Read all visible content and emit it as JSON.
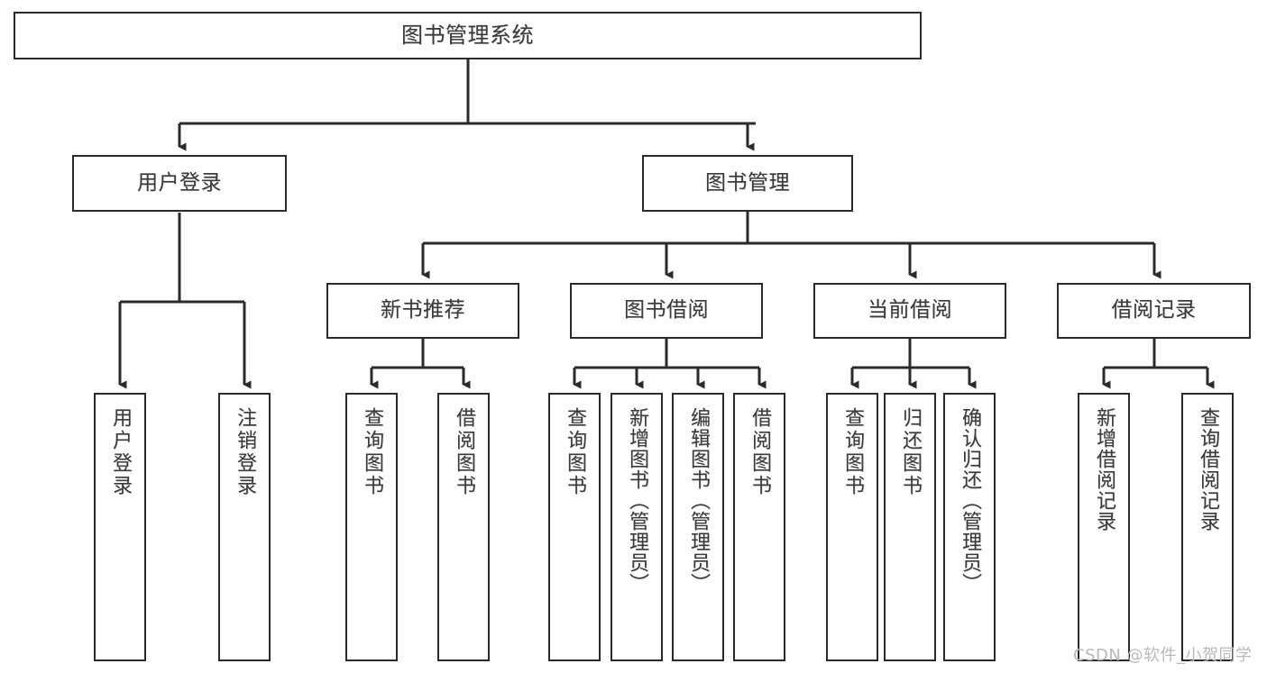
{
  "diagram": {
    "type": "tree-hierarchy",
    "title": "图书管理系统",
    "root": {
      "label": "图书管理系统"
    },
    "level1": [
      {
        "label": "用户登录"
      },
      {
        "label": "图书管理"
      }
    ],
    "level2": [
      {
        "label": "新书推荐"
      },
      {
        "label": "图书借阅"
      },
      {
        "label": "当前借阅"
      },
      {
        "label": "借阅记录"
      }
    ],
    "leaves": {
      "user_login": [
        {
          "label": "用户登录"
        },
        {
          "label": "注销登录"
        }
      ],
      "new_book_recommend": [
        {
          "label": "查询图书"
        },
        {
          "label": "借阅图书"
        }
      ],
      "book_borrow": [
        {
          "label": "查询图书"
        },
        {
          "label": "新增图书（管理员）"
        },
        {
          "label": "编辑图书（管理员）"
        },
        {
          "label": "借阅图书"
        }
      ],
      "current_borrow": [
        {
          "label": "查询图书"
        },
        {
          "label": "归还图书"
        },
        {
          "label": "确认归还（管理员）"
        }
      ],
      "borrow_record": [
        {
          "label": "新增借阅记录"
        },
        {
          "label": "查询借阅记录"
        }
      ]
    }
  },
  "watermark": {
    "text": "CSDN @软件_小贺同学"
  },
  "colors": {
    "box_border": "#2b2b2b",
    "text": "#3a3a3a",
    "line": "#2b2b2b",
    "background": "#ffffff",
    "watermark": "#b9b9b9"
  }
}
